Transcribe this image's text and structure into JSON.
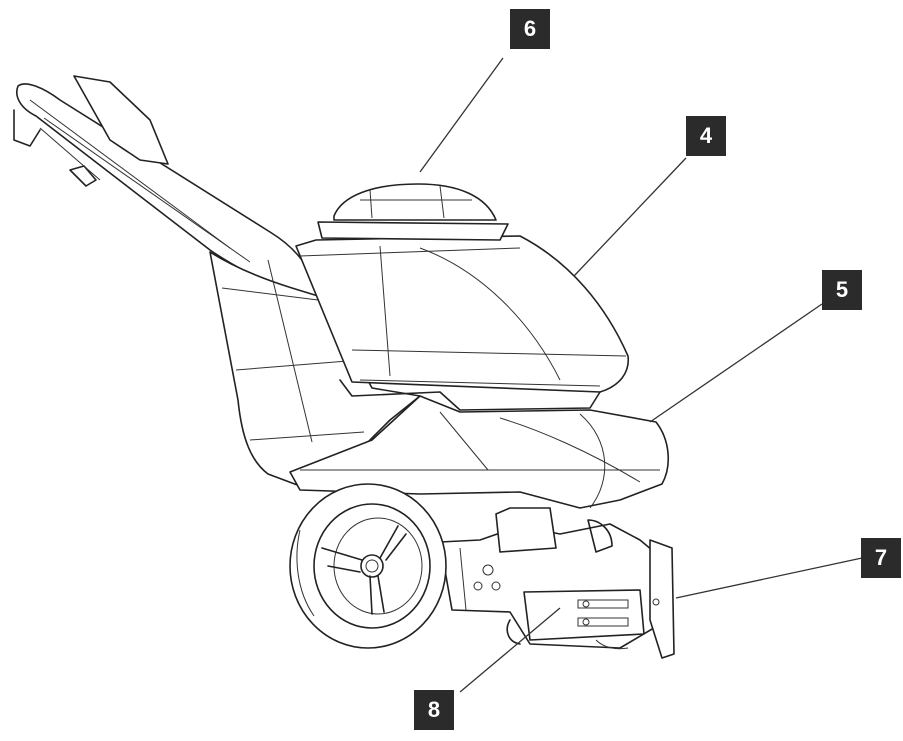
{
  "diagram": {
    "callouts": [
      {
        "id": "6",
        "label": "6"
      },
      {
        "id": "4",
        "label": "4"
      },
      {
        "id": "5",
        "label": "5"
      },
      {
        "id": "7",
        "label": "7"
      },
      {
        "id": "8",
        "label": "8"
      }
    ]
  }
}
